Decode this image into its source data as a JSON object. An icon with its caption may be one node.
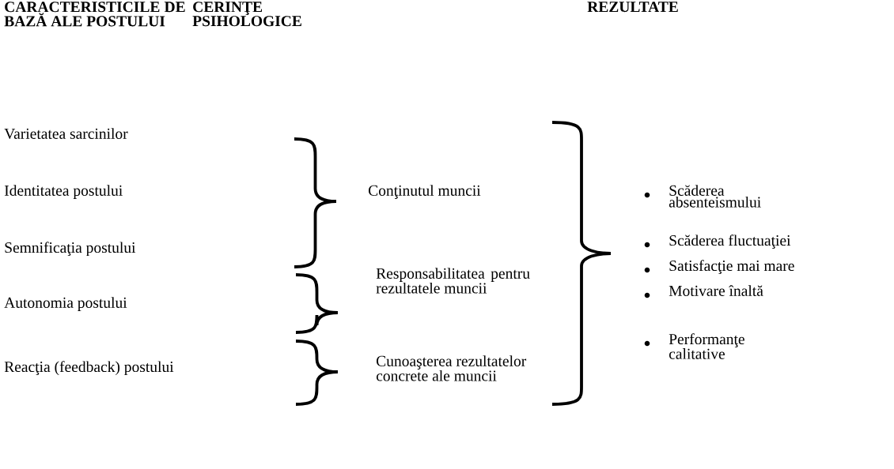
{
  "diagram": {
    "labels": [
      "CARACTERISTICILE DE BAZĂ ALE POSTULUI",
      "CERINŢE PSIHOLOGICE",
      "REZULTATE",
      "Varietatea sarcinilor",
      "Identitatea postului",
      "Conţinutul muncii",
      "Scăderea absenteismului",
      "Semnificaţia postului",
      "Scăderea fluctuaţiei",
      "Responsabilitatea pentru rezultatele muncii",
      "Satisfacţie mai mare",
      "Autonomia postului",
      "Motivare înaltă",
      "Reacţia (feedback) postului",
      "Performanţe calitative",
      "Cunoaşterea rezultatelor concrete ale muncii"
    ]
  }
}
